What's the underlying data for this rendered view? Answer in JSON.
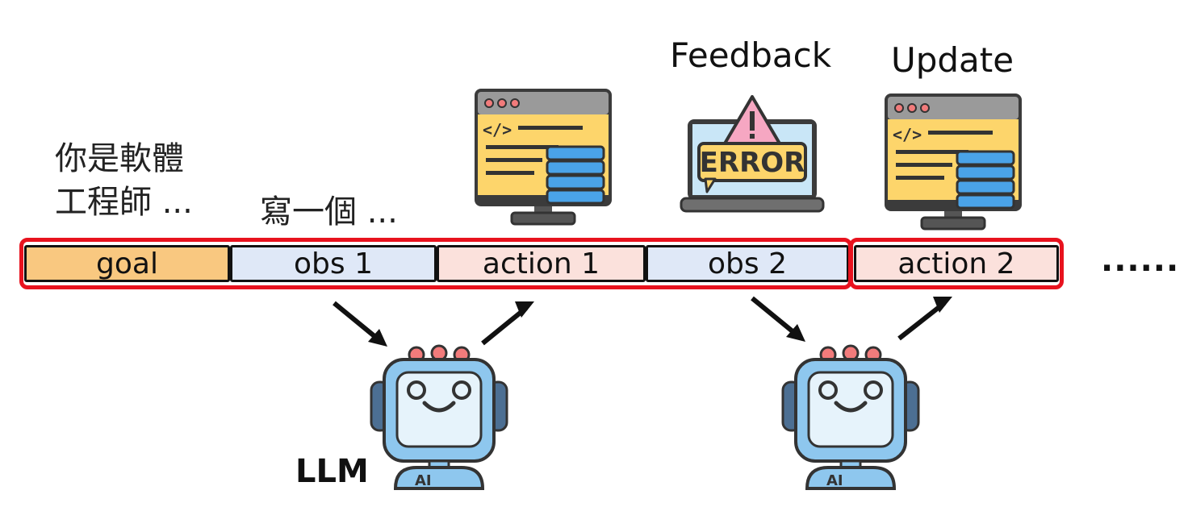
{
  "left_text": {
    "line1": "你是軟體",
    "line2": "工程師 ..."
  },
  "obs1_text": "寫一個 ...",
  "feedback_label": "Feedback",
  "update_label": "Update",
  "error_text": "ERROR",
  "code_tag": "</>",
  "segments": {
    "goal": "goal",
    "obs1": "obs 1",
    "action1": "action 1",
    "obs2": "obs 2",
    "action2": "action 2"
  },
  "ellipsis": "......",
  "llm_label": "LLM",
  "robot_badge": "AI",
  "colors": {
    "goal": "#f9c880",
    "obs": "#dfe8f7",
    "action": "#fbe1dc",
    "frame": "#e8121e",
    "robot": "#8ec7ee",
    "robot_dark": "#4c6f93"
  }
}
